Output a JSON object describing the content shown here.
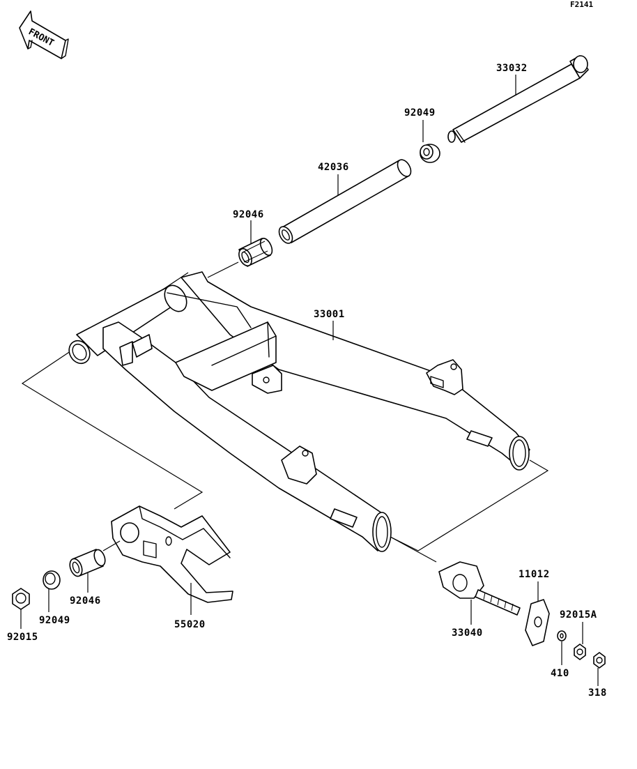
{
  "figure": {
    "code": "F2141",
    "front_label": "FRONT"
  },
  "parts": {
    "p33032": "33032",
    "p92049_top": "92049",
    "p42036": "42036",
    "p92046_top": "92046",
    "p33001": "33001",
    "p55020": "55020",
    "p92046_bottom": "92046",
    "p92049_bottom": "92049",
    "p92015": "92015",
    "p33040": "33040",
    "p11012": "11012",
    "p92015A": "92015A",
    "p410": "410",
    "p318": "318"
  }
}
